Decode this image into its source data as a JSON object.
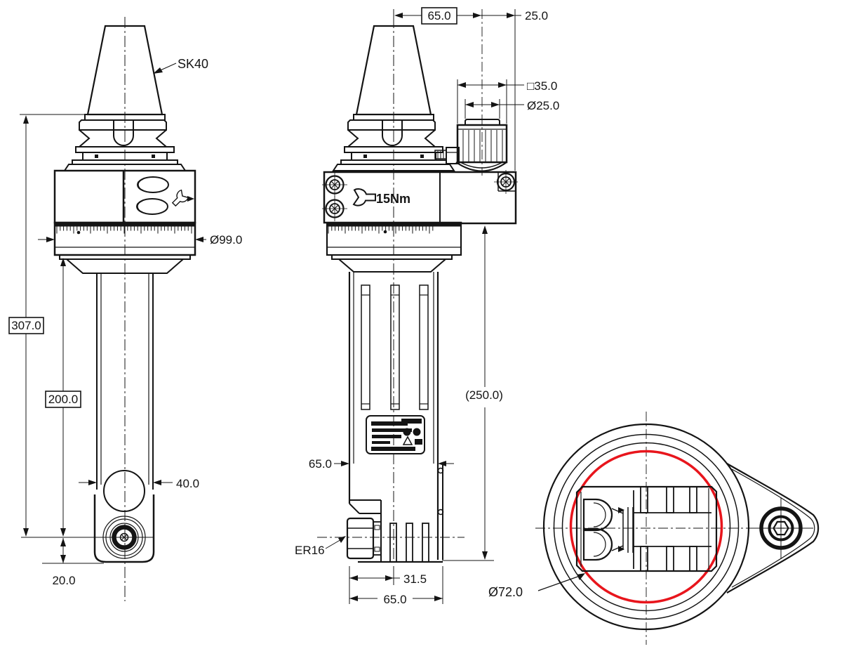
{
  "drawing": {
    "colors": {
      "ink": "#141414",
      "highlight": "#e8151c"
    },
    "front_view": {
      "label_taper": "SK40",
      "dim_overall_length": "307.0",
      "dim_gauge_to_center": "200.0",
      "dim_neck_width": "40.0",
      "dim_center_to_bottom": "20.0",
      "dim_head_diameter": "Ø99.0"
    },
    "side_view": {
      "dim_spindle_to_pin": "65.0",
      "dim_pin_to_face": "25.0",
      "dim_block_width": "□35.0",
      "dim_pin_diameter": "Ø25.0",
      "dim_reference_length": "(250.0)",
      "dim_body_width": "65.0",
      "dim_nose_to_center": "31.5",
      "dim_housing_width": "65.0",
      "label_torque": "15Nm",
      "label_collet": "ER16"
    },
    "bottom_view": {
      "dim_clamp_diameter": "Ø72.0"
    },
    "icons": {
      "wrench": "open-end-wrench",
      "screws": "socket-head-cap-screw"
    }
  }
}
